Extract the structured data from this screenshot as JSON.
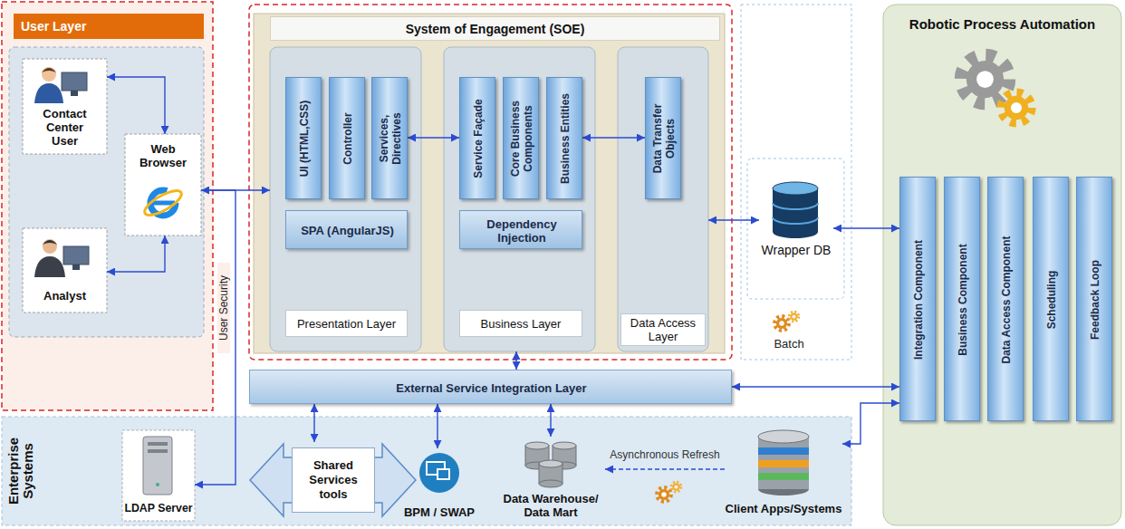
{
  "diagram": {
    "nodes": [
      {
        "text": [
          "User Layer"
        ]
      },
      {
        "text": [
          "Contact Center User"
        ],
        "in": 0
      },
      {
        "text": [
          "Analyst"
        ],
        "in": 0
      },
      {
        "text": [
          "Web Browser"
        ],
        "in": 0
      },
      {
        "text": [
          "System of Engagement (SOE)"
        ]
      },
      {
        "text": [
          "Presentation Layer"
        ],
        "in": 4
      },
      {
        "text": [
          "UI (HTML,CSS)"
        ],
        "in": 5
      },
      {
        "text": [
          "Controller"
        ],
        "in": 5
      },
      {
        "text": [
          "Services, Directives"
        ],
        "in": 5
      },
      {
        "text": [
          "SPA (AngularJS)"
        ],
        "in": 5
      },
      {
        "text": [
          "Business Layer"
        ],
        "in": 4
      },
      {
        "text": [
          "Service Façade"
        ],
        "in": 10
      },
      {
        "text": [
          "Core Business Components"
        ],
        "in": 10
      },
      {
        "text": [
          "Business Entities"
        ],
        "in": 10
      },
      {
        "text": [
          "Dependency Injection"
        ],
        "in": 10
      },
      {
        "text": [
          "Data Access Layer"
        ],
        "in": 4
      },
      {
        "text": [
          "Data Transfer Objects"
        ],
        "in": 15
      },
      {
        "text": [
          "Wrapper DB"
        ]
      },
      {
        "text": [
          "Robotic Process Automation"
        ]
      },
      {
        "text": [
          "Integration Component"
        ],
        "in": 18
      },
      {
        "text": [
          "Business Component"
        ],
        "in": 18
      },
      {
        "text": [
          "Data Access Component"
        ],
        "in": 18
      },
      {
        "text": [
          "Scheduling"
        ],
        "in": 18
      },
      {
        "text": [
          "Feedback Loop"
        ],
        "in": 18
      },
      {
        "text": [
          "External Service Integration Layer"
        ]
      },
      {
        "text": [
          "Enterprise Systems"
        ]
      },
      {
        "text": [
          "LDAP Server"
        ],
        "in": 25
      },
      {
        "text": [
          "Shared Services tools"
        ],
        "in": 25
      },
      {
        "text": [
          "BPM / SWAP"
        ],
        "in": 25
      },
      {
        "text": [
          "Data Warehouse/ Data Mart"
        ],
        "in": 25
      },
      {
        "text": [
          "Client Apps/Systems"
        ],
        "in": 25
      }
    ],
    "edges": [
      {
        "from": 1,
        "to": 3,
        "arrow": "both"
      },
      {
        "from": 2,
        "to": 3,
        "arrow": "both"
      },
      {
        "from": 3,
        "to": 5,
        "arrow": "both"
      },
      {
        "from": 3,
        "to": 26,
        "arrow": "to",
        "label": "User Security"
      },
      {
        "from": 8,
        "to": 11,
        "arrow": "both"
      },
      {
        "from": 13,
        "to": 16,
        "arrow": "both"
      },
      {
        "from": 15,
        "to": 17,
        "arrow": "both"
      },
      {
        "from": 17,
        "to": 19,
        "arrow": "both"
      },
      {
        "from": 10,
        "to": 24,
        "arrow": "both"
      },
      {
        "from": 24,
        "to": 19,
        "arrow": "both"
      },
      {
        "from": 24,
        "to": 27,
        "arrow": "both"
      },
      {
        "from": 24,
        "to": 28,
        "arrow": "both"
      },
      {
        "from": 24,
        "to": 29,
        "arrow": "both"
      },
      {
        "from": 30,
        "to": 19,
        "arrow": "both"
      },
      {
        "from": 30,
        "to": 29,
        "arrow": "to",
        "label": "Asynchronous Refresh"
      }
    ],
    "labels": [
      "Batch"
    ]
  }
}
